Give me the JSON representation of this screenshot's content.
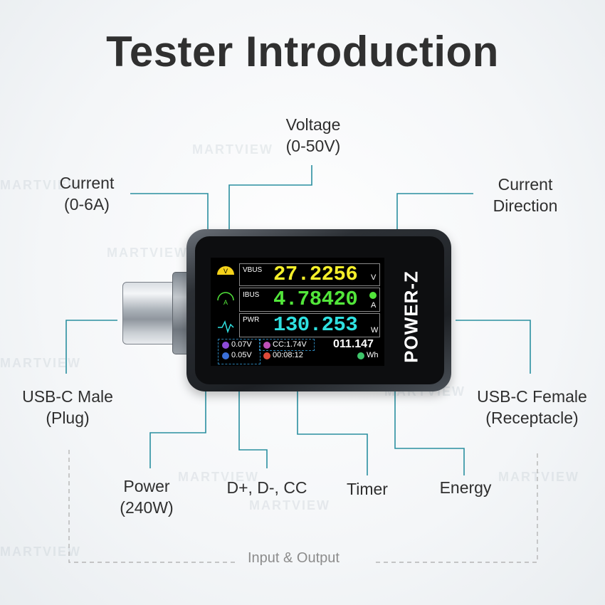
{
  "title": "Tester Introduction",
  "labels": {
    "voltage": [
      "Voltage",
      "(0-50V)"
    ],
    "current": [
      "Current",
      "(0-6A)"
    ],
    "current_direction": [
      "Current",
      "Direction"
    ],
    "usbc_male": [
      "USB-C Male",
      "(Plug)"
    ],
    "usbc_female": [
      "USB-C Female",
      "(Receptacle)"
    ],
    "power": [
      "Power",
      "(240W)"
    ],
    "dpdm_cc": "D+, D-, CC",
    "timer": "Timer",
    "energy": "Energy",
    "io": "Input & Output"
  },
  "screen": {
    "vbus_label": "VBUS",
    "vbus_value": "27.2256",
    "vbus_unit": "V",
    "ibus_label": "IBUS",
    "ibus_value": "4.78420",
    "ibus_unit": "A",
    "pwr_label": "PWR",
    "pwr_value": "130.253",
    "pwr_unit": "W",
    "dplus": "0.07V",
    "dminus": "0.05V",
    "cc": "CC:1.74V",
    "timer": "00:08:12",
    "energy_value": "011.147",
    "energy_unit": "Wh"
  },
  "brand": "POWER-Z",
  "watermark": "MARTVIEW",
  "colors": {
    "voltage": "#f5ef2a",
    "current": "#52e63a",
    "power": "#2fe0e0",
    "line": "#2a8fa0",
    "dash": "#2a7fb0"
  }
}
